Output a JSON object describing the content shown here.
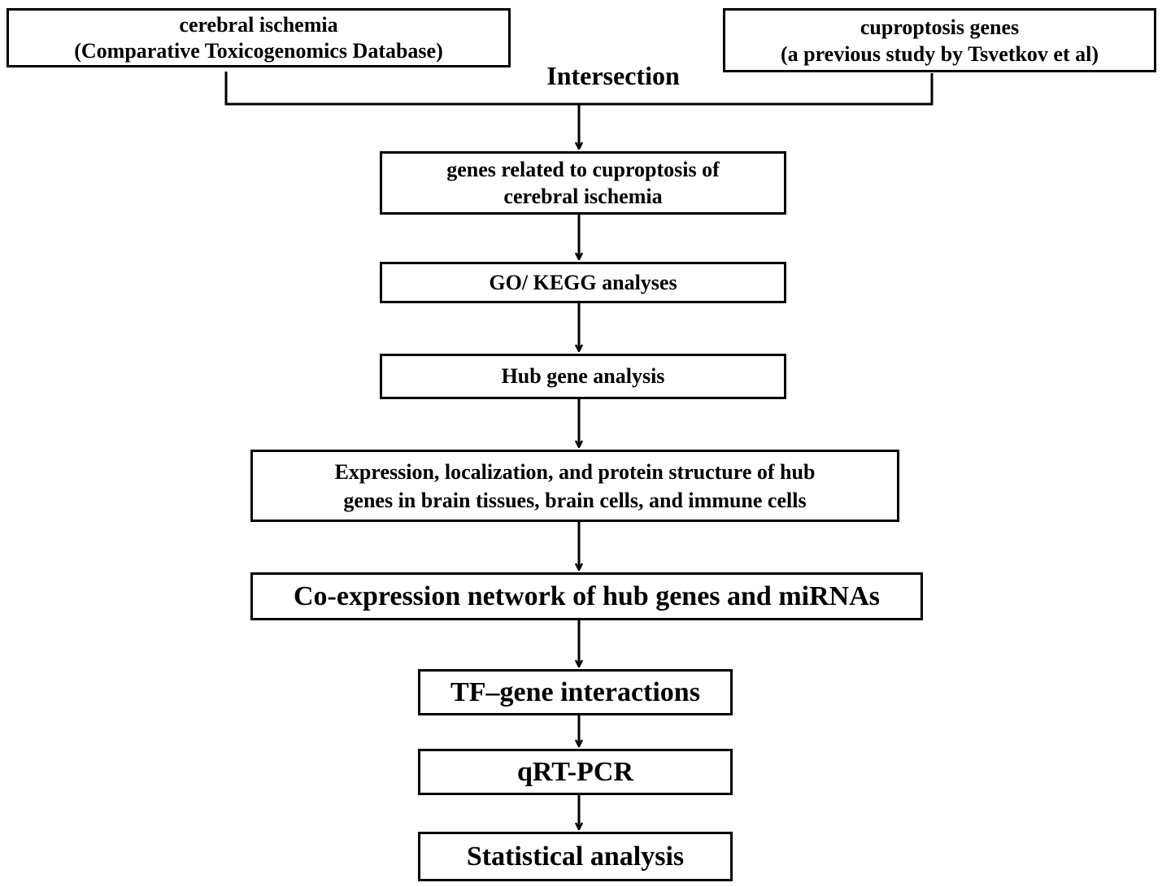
{
  "flowchart": {
    "source_left": {
      "line1": "cerebral ischemia",
      "line2": "(Comparative Toxicogenomics Database)"
    },
    "source_right": {
      "line1": "cuproptosis genes",
      "line2": "(a previous study by Tsvetkov et al)"
    },
    "merge_label": "Intersection",
    "steps": [
      {
        "line1": "genes related to cuproptosis of",
        "line2": "cerebral ischemia"
      },
      {
        "line1": "GO/ KEGG analyses"
      },
      {
        "line1": "Hub gene analysis"
      },
      {
        "line1": "Expression, localization, and protein structure of hub",
        "line2": "genes in brain tissues, brain cells, and immune cells"
      },
      {
        "line1": "Co-expression network of hub genes and miRNAs"
      },
      {
        "line1": "TF–gene interactions"
      },
      {
        "line1": "qRT-PCR"
      },
      {
        "line1": "Statistical analysis"
      }
    ]
  },
  "colors": {
    "stroke": "#000000",
    "background": "#ffffff"
  }
}
